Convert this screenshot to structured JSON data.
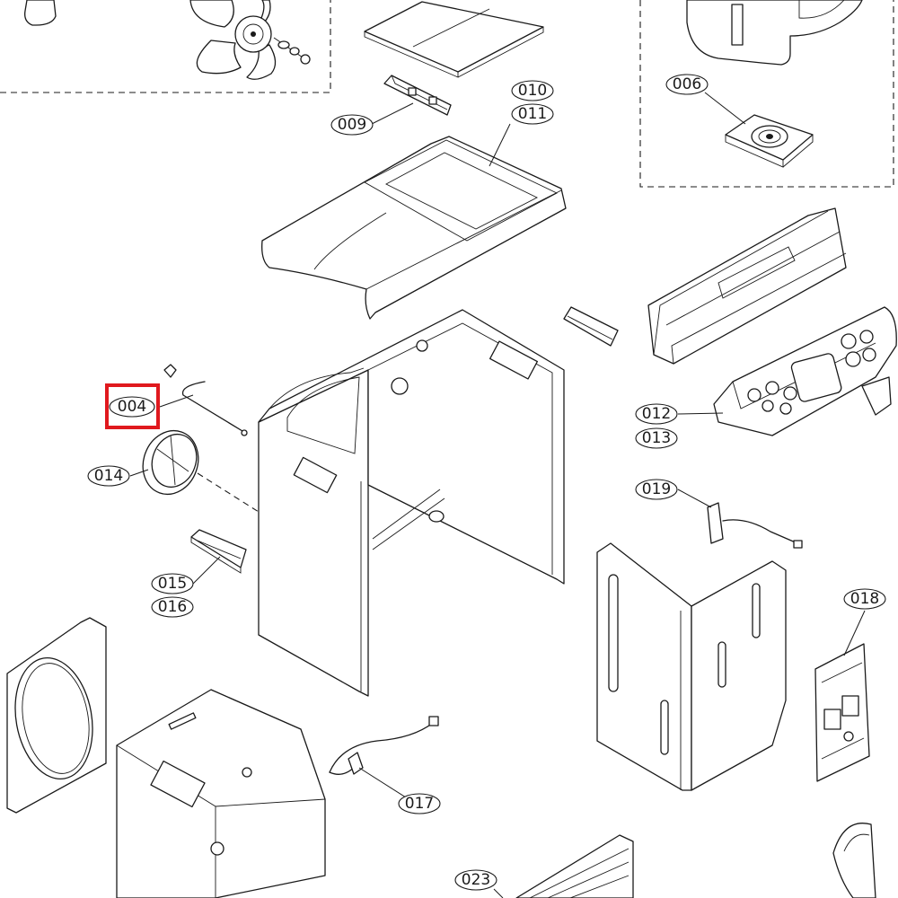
{
  "diagram": {
    "highlight_color": "#e0191e",
    "labels": [
      {
        "id": "label-004",
        "text": "004",
        "highlighted": true
      },
      {
        "id": "label-006",
        "text": "006"
      },
      {
        "id": "label-009",
        "text": "009"
      },
      {
        "id": "label-010",
        "text": "010"
      },
      {
        "id": "label-011",
        "text": "011"
      },
      {
        "id": "label-012",
        "text": "012"
      },
      {
        "id": "label-013",
        "text": "013"
      },
      {
        "id": "label-014",
        "text": "014"
      },
      {
        "id": "label-015",
        "text": "015"
      },
      {
        "id": "label-016",
        "text": "016"
      },
      {
        "id": "label-017",
        "text": "017"
      },
      {
        "id": "label-018",
        "text": "018"
      },
      {
        "id": "label-019",
        "text": "019"
      },
      {
        "id": "label-023",
        "text": "023"
      }
    ]
  }
}
